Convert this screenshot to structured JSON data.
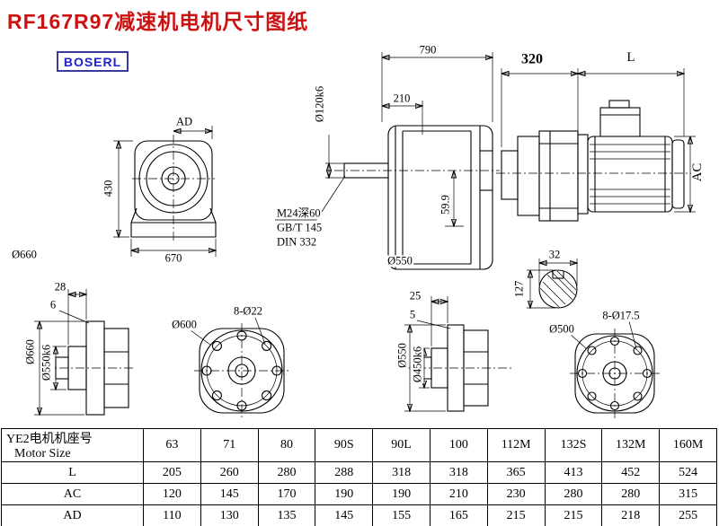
{
  "page": {
    "title": "RF167R97减速机电机尺寸图纸",
    "brand": "BOSERL"
  },
  "dims": {
    "ad": "AD",
    "d430": "430",
    "d670": "670",
    "dia660": "Ø660",
    "d790": "790",
    "d210": "210",
    "dia120k6": "Ø120k6",
    "m24": "M24深60",
    "gbt145": "GB/T 145",
    "din332": "DIN 332",
    "d59_9": "59.9",
    "dia550": "Ø550",
    "d320": "320",
    "L": "L",
    "AC": "AC",
    "d32": "32",
    "d127": "127",
    "d28": "28",
    "d6": "6",
    "dia660_side": "Ø660",
    "dia550k6": "Ø550k6",
    "dia600": "Ø600",
    "holes22": "8-Ø22",
    "d25": "25",
    "d5": "5",
    "dia550_side": "Ø550",
    "dia450k6": "Ø450k6",
    "dia500": "Ø500",
    "holes17_5": "8-Ø17.5"
  },
  "table": {
    "header_cn": "YE2电机机座号",
    "header_en": "Motor Size",
    "sizes": [
      "63",
      "71",
      "80",
      "90S",
      "90L",
      "100",
      "112M",
      "132S",
      "132M",
      "160M"
    ],
    "rows": [
      {
        "label": "L",
        "values": [
          "205",
          "260",
          "280",
          "288",
          "318",
          "318",
          "365",
          "413",
          "452",
          "524"
        ]
      },
      {
        "label": "AC",
        "values": [
          "120",
          "145",
          "170",
          "190",
          "190",
          "210",
          "230",
          "280",
          "280",
          "315"
        ]
      },
      {
        "label": "AD",
        "values": [
          "110",
          "130",
          "135",
          "145",
          "155",
          "165",
          "215",
          "215",
          "218",
          "255"
        ]
      }
    ]
  }
}
